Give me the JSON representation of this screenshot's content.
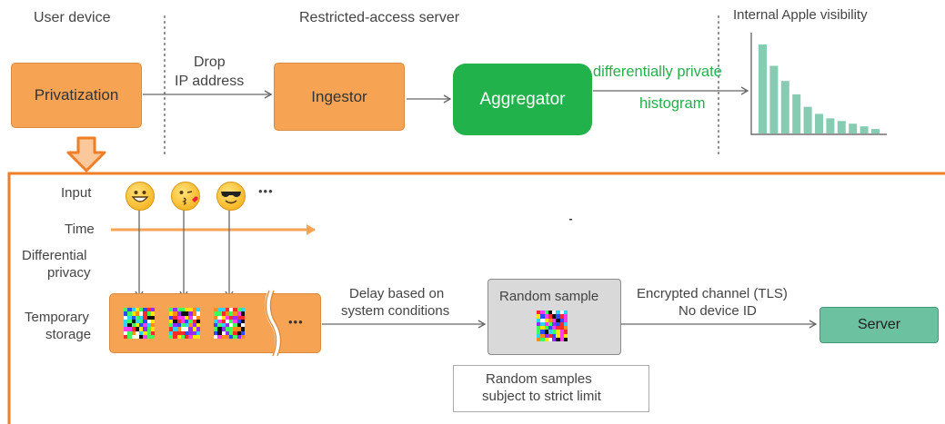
{
  "top": {
    "user_device": "User device",
    "restricted_server": "Restricted-access server",
    "internal_visibility": "Internal Apple visibility",
    "privatization": "Privatization",
    "drop_line1": "Drop",
    "drop_line2": "IP address",
    "ingestor": "Ingestor",
    "aggregator": "Aggregator",
    "dp_line1": "differentially private",
    "dp_line2": "histogram"
  },
  "histogram": {
    "values": [
      100,
      76,
      59,
      44,
      30,
      22,
      17,
      14,
      11,
      8,
      5
    ]
  },
  "bottom": {
    "input": "Input",
    "more": "•••",
    "time": "Time",
    "dp_line1": "Differential",
    "dp_line2": "privacy",
    "temp_line1": "Temporary",
    "temp_line2": "storage",
    "delay_line1": "Delay based on",
    "delay_line2": "system conditions",
    "random_sample": "Random sample",
    "encrypted_line1": "Encrypted channel (TLS)",
    "encrypted_line2": "No device ID",
    "server": "Server",
    "note_line1": "Random samples",
    "note_line2": "subject to strict limit"
  },
  "colors": {
    "orange": "#f7a354",
    "accent_orange": "#f07e26",
    "green": "#22b24c",
    "teal": "#6cc2a0",
    "histogram_bars": "#86ccb3"
  }
}
